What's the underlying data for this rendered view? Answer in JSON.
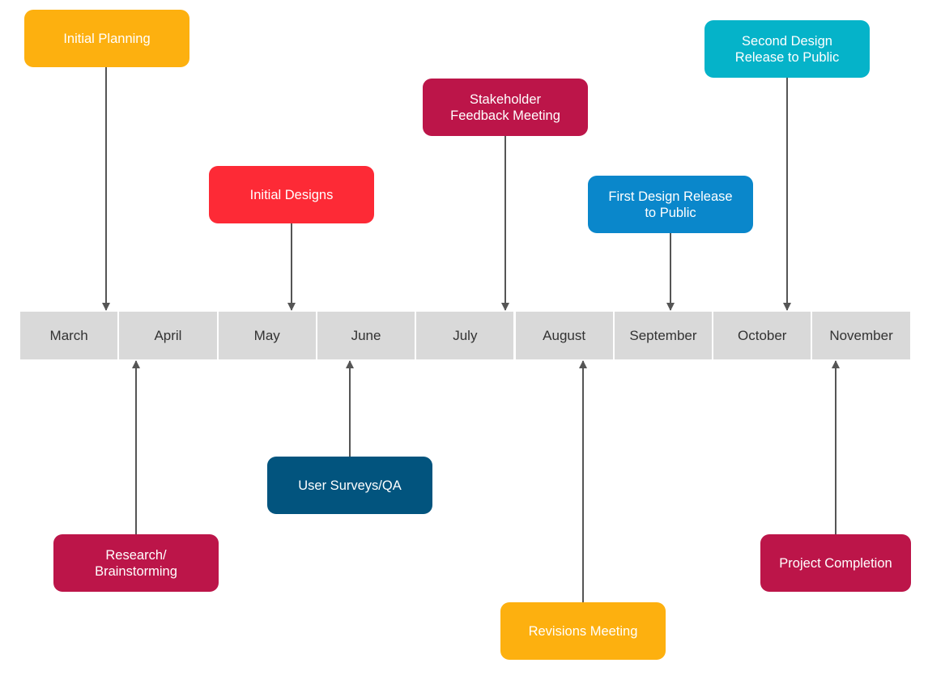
{
  "timeline": {
    "months": [
      "March",
      "April",
      "May",
      "June",
      "July",
      "August",
      "September",
      "October",
      "November"
    ],
    "bar_color": "#d9d9d9",
    "connector_color": "#555555"
  },
  "events": [
    {
      "id": "initial-planning",
      "label": "Initial Planning",
      "color": "#fdb00f"
    },
    {
      "id": "initial-designs",
      "label": "Initial Designs",
      "color": "#fd2a36"
    },
    {
      "id": "stakeholder-feedback-meeting",
      "label": "Stakeholder\nFeedback Meeting",
      "color": "#bc1549"
    },
    {
      "id": "first-design-release",
      "label": "First Design Release\nto Public",
      "color": "#0a87cb"
    },
    {
      "id": "second-design-release",
      "label": "Second Design\nRelease to Public",
      "color": "#05b3c9"
    },
    {
      "id": "research-brainstorming",
      "label": "Research/\nBrainstorming",
      "color": "#bc1549"
    },
    {
      "id": "user-surveys-qa",
      "label": "User Surveys/QA",
      "color": "#02547e"
    },
    {
      "id": "revisions-meeting",
      "label": "Revisions Meeting",
      "color": "#fdb00f"
    },
    {
      "id": "project-completion",
      "label": "Project Completion",
      "color": "#bc1549"
    }
  ]
}
